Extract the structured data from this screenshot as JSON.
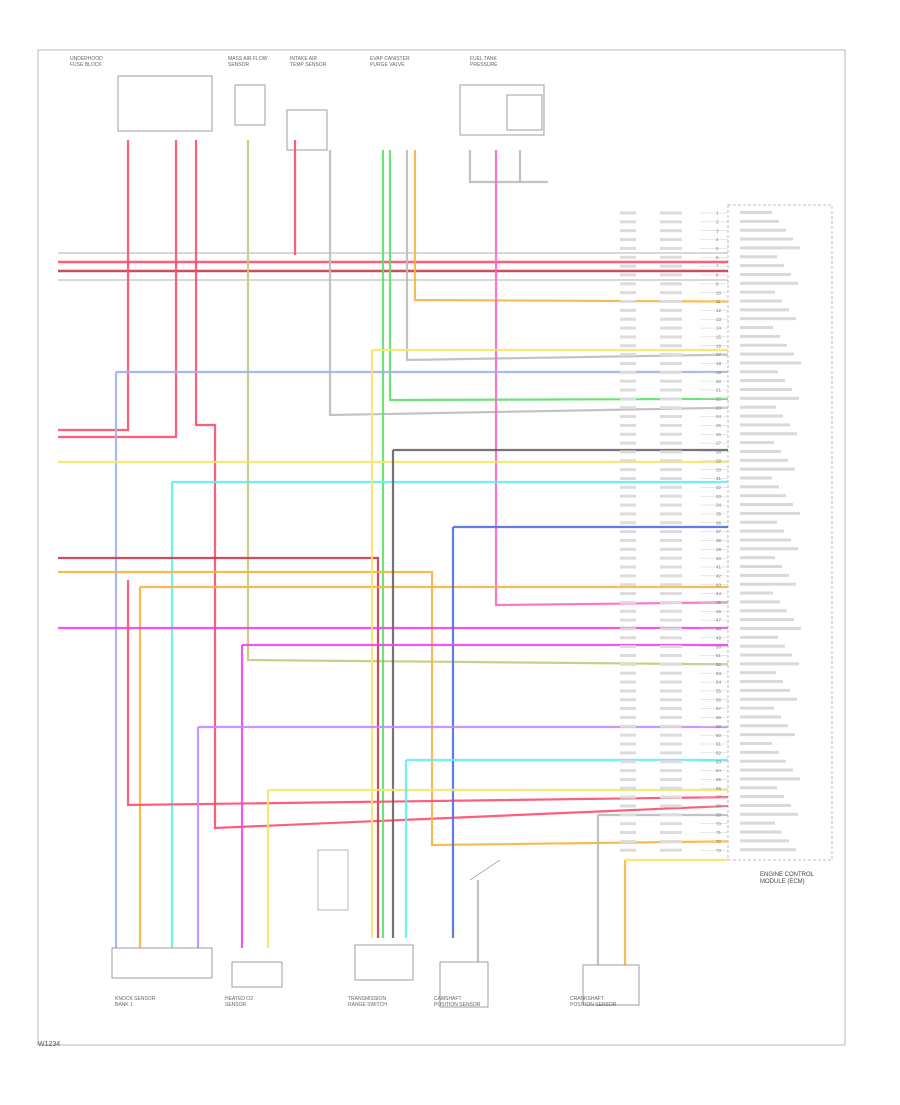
{
  "diagram": {
    "footer_code": "W1234",
    "pcm_title": "ENGINE CONTROL\nMODULE (ECM)",
    "colors": {
      "red": "#ff4d6d",
      "pink": "#ff66cc",
      "magenta": "#ee44ee",
      "yellow": "#f5e66a",
      "orange": "#f7b440",
      "green": "#5be06a",
      "cyan": "#5ff0ee",
      "blue": "#4f6fe0",
      "lightblue": "#9fb0f5",
      "violet": "#c58aff",
      "gray": "#bbbbbb",
      "olive": "#c8c87a",
      "darkred": "#c83a4e"
    },
    "top_components": [
      {
        "id": "ccp",
        "caption": "UNDERHOOD\nFUSE BLOCK"
      },
      {
        "id": "maf",
        "caption": "MASS AIR FLOW\nSENSOR"
      },
      {
        "id": "iat",
        "caption": "INTAKE AIR\nTEMP SENSOR"
      },
      {
        "id": "evap",
        "caption": "EVAP CANISTER\nPURGE VALVE"
      },
      {
        "id": "fuel",
        "caption": "FUEL TANK\nPRESSURE"
      }
    ],
    "bottom_components": [
      {
        "id": "kn",
        "caption": "KNOCK SENSOR\nBANK 1"
      },
      {
        "id": "o2",
        "caption": "HEATED O2\nSENSOR"
      },
      {
        "id": "trans",
        "caption": "TRANSMISSION\nRANGE SWITCH"
      },
      {
        "id": "cam",
        "caption": "CAMSHAFT\nPOSITION SENSOR"
      },
      {
        "id": "crank",
        "caption": "CRANKSHAFT\nPOSITION SENSOR"
      }
    ],
    "ecm_pins": [
      "1",
      "2",
      "3",
      "4",
      "5",
      "6",
      "7",
      "8",
      "9",
      "10",
      "11",
      "12",
      "13",
      "14",
      "15",
      "16",
      "17",
      "18",
      "19",
      "20",
      "21",
      "22",
      "23",
      "24",
      "25",
      "26",
      "27",
      "28",
      "29",
      "30",
      "31",
      "32",
      "33",
      "34",
      "35",
      "36",
      "37",
      "38",
      "39",
      "40",
      "41",
      "42",
      "43",
      "44",
      "45",
      "46",
      "47",
      "48",
      "49",
      "50",
      "51",
      "52",
      "53",
      "54",
      "55",
      "56",
      "57",
      "58",
      "59",
      "60",
      "61",
      "62",
      "63",
      "64",
      "65",
      "66",
      "67",
      "68",
      "69",
      "70",
      "71",
      "72",
      "73"
    ]
  }
}
